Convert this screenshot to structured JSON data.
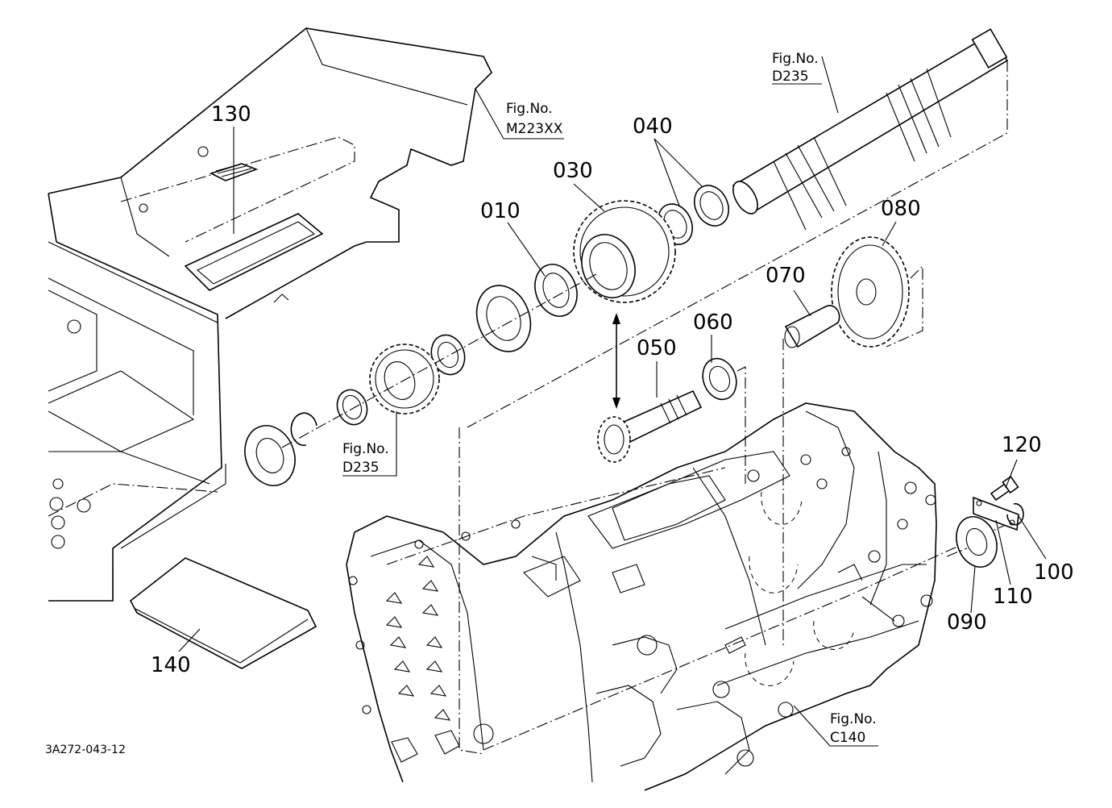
{
  "parts": [
    {
      "id": "p130",
      "label": "130"
    },
    {
      "id": "p040",
      "label": "040"
    },
    {
      "id": "p030",
      "label": "030"
    },
    {
      "id": "p010",
      "label": "010"
    },
    {
      "id": "p080",
      "label": "080"
    },
    {
      "id": "p070",
      "label": "070"
    },
    {
      "id": "p060",
      "label": "060"
    },
    {
      "id": "p050",
      "label": "050"
    },
    {
      "id": "p120",
      "label": "120"
    },
    {
      "id": "p100",
      "label": "100"
    },
    {
      "id": "p110",
      "label": "110"
    },
    {
      "id": "p090",
      "label": "090"
    },
    {
      "id": "p140",
      "label": "140"
    }
  ],
  "figure_refs": [
    {
      "id": "ref_m223",
      "caption": "Fig.No.",
      "number": "M223XX"
    },
    {
      "id": "ref_d235_top",
      "caption": "Fig.No.",
      "number": "D235"
    },
    {
      "id": "ref_d235_left",
      "caption": "Fig.No.",
      "number": "D235"
    },
    {
      "id": "ref_c140",
      "caption": "Fig.No.",
      "number": "C140"
    }
  ],
  "drawing_code": "3A272-043-12"
}
